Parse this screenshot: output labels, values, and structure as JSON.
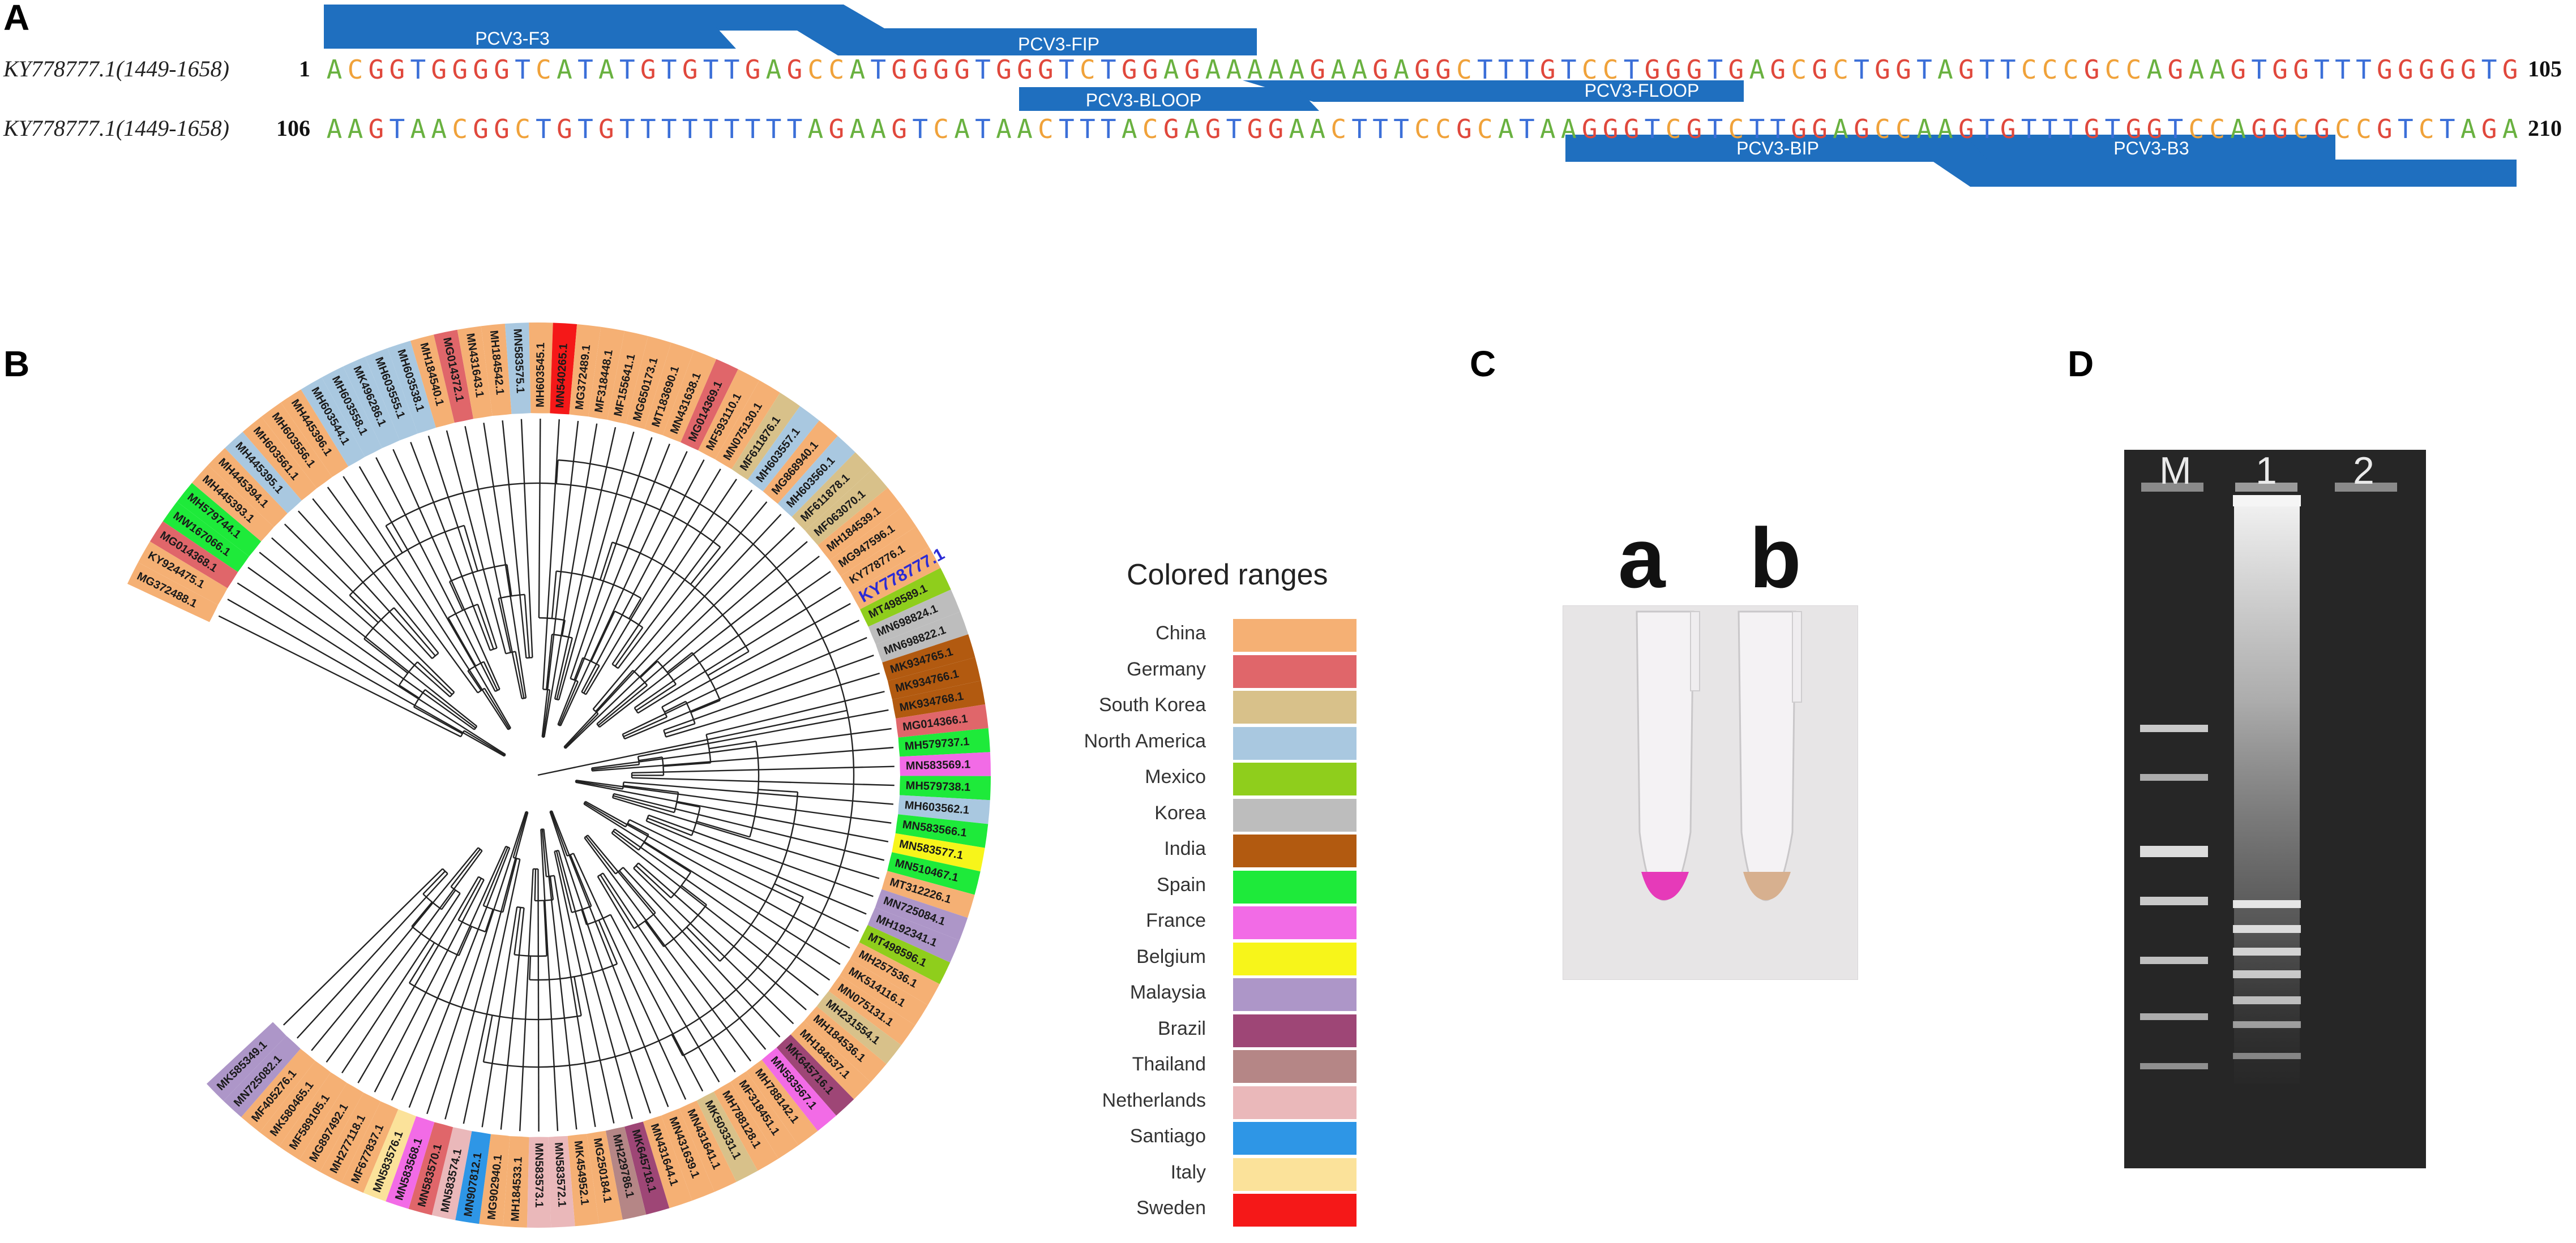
{
  "panels": {
    "a": "A",
    "b": "B",
    "c": "C",
    "d": "D"
  },
  "panel_a": {
    "rows": [
      {
        "label": "KY778777.1(1449-1658)",
        "start": "1",
        "end": "105",
        "sequence": "ACGGTGGGGTCATATGTGTTGAGCCATGGGGTGGGTCTGGAGAAAAAGAAGAGGCTTTGTCCTGGGTGAGCGCTGGTAGTTCCCGCCAGAAGTGGTTTGGGGGTG"
      },
      {
        "label": "KY778777.1(1449-1658)",
        "start": "106",
        "end": "210",
        "sequence": "AAGTAACGGCTGTGTTTTTTTTTAGAAGTCATAACTTTACGAGTGGAACTTTCCGCATAAGGGTCGTCTTGGAGCCAAGTGTTTGTGGTCCAGGCGCCGTCTAGA"
      }
    ],
    "primers": {
      "f3": "PCV3-F3",
      "fip": "PCV3-FIP",
      "floop": "PCV3-FLOOP",
      "bloop": "PCV3-BLOOP",
      "bip": "PCV3-BIP",
      "b3": "PCV3-B3"
    },
    "primer_color": "#1f6fbf"
  },
  "panel_b": {
    "highlight_leaf": "KY778777.1",
    "highlight_color": "#2b2bd6",
    "legend_title": "Colored ranges",
    "legend": [
      {
        "label": "China",
        "color": "#f5b074"
      },
      {
        "label": "Germany",
        "color": "#e0666a"
      },
      {
        "label": "South Korea",
        "color": "#d8c18a"
      },
      {
        "label": "North America",
        "color": "#a9c8e0"
      },
      {
        "label": "Mexico",
        "color": "#8fce1c"
      },
      {
        "label": "Korea",
        "color": "#bdbdbd"
      },
      {
        "label": "India",
        "color": "#b25a10"
      },
      {
        "label": "Spain",
        "color": "#1eea3a"
      },
      {
        "label": "France",
        "color": "#f26be6"
      },
      {
        "label": "Belgium",
        "color": "#f7f51a"
      },
      {
        "label": "Malaysia",
        "color": "#ad96c8"
      },
      {
        "label": "Brazil",
        "color": "#9e4676"
      },
      {
        "label": "Thailand",
        "color": "#b58686"
      },
      {
        "label": "Netherlands",
        "color": "#eab8ba"
      },
      {
        "label": "Santiago",
        "color": "#2e96e6"
      },
      {
        "label": "Italy",
        "color": "#fbe29a"
      },
      {
        "label": "Sweden",
        "color": "#f51818"
      }
    ],
    "leaves": [
      {
        "label": "MG372488.1",
        "region": "China"
      },
      {
        "label": "KY924475.1",
        "region": "China"
      },
      {
        "label": "MG014368.1",
        "region": "Germany"
      },
      {
        "label": "MW167066.1",
        "region": "Spain"
      },
      {
        "label": "MH579744.1",
        "region": "Spain"
      },
      {
        "label": "MH445393.1",
        "region": "China"
      },
      {
        "label": "MH445394.1",
        "region": "China"
      },
      {
        "label": "MH445395.1",
        "region": "North America"
      },
      {
        "label": "MH603561.1",
        "region": "China"
      },
      {
        "label": "MH603556.1",
        "region": "China"
      },
      {
        "label": "MH445396.1",
        "region": "China"
      },
      {
        "label": "MH603544.1",
        "region": "North America"
      },
      {
        "label": "MH603558.1",
        "region": "North America"
      },
      {
        "label": "MK496286.1",
        "region": "North America"
      },
      {
        "label": "MH603555.1",
        "region": "North America"
      },
      {
        "label": "MH603538.1",
        "region": "North America"
      },
      {
        "label": "MH184540.1",
        "region": "China"
      },
      {
        "label": "MG014372.1",
        "region": "Germany"
      },
      {
        "label": "MN431643.1",
        "region": "China"
      },
      {
        "label": "MH184542.1",
        "region": "China"
      },
      {
        "label": "MN583575.1",
        "region": "North America"
      },
      {
        "label": "MH603545.1",
        "region": "China"
      },
      {
        "label": "MN540265.1",
        "region": "Sweden"
      },
      {
        "label": "MG372489.1",
        "region": "China"
      },
      {
        "label": "MF318448.1",
        "region": "China"
      },
      {
        "label": "MF155641.1",
        "region": "China"
      },
      {
        "label": "MG650173.1",
        "region": "China"
      },
      {
        "label": "MT183690.1",
        "region": "China"
      },
      {
        "label": "MN431638.1",
        "region": "China"
      },
      {
        "label": "MG014369.1",
        "region": "Germany"
      },
      {
        "label": "MF593110.1",
        "region": "China"
      },
      {
        "label": "MN075130.1",
        "region": "China"
      },
      {
        "label": "MF611876.1",
        "region": "South Korea"
      },
      {
        "label": "MH603557.1",
        "region": "North America"
      },
      {
        "label": "MG868940.1",
        "region": "China"
      },
      {
        "label": "MH603560.1",
        "region": "North America"
      },
      {
        "label": "MF611878.1",
        "region": "South Korea"
      },
      {
        "label": "MF063070.1",
        "region": "South Korea"
      },
      {
        "label": "MH184539.1",
        "region": "China"
      },
      {
        "label": "MG947596.1",
        "region": "China"
      },
      {
        "label": "KY778776.1",
        "region": "China"
      },
      {
        "label": "KY778777.1",
        "region": "China"
      },
      {
        "label": "MT498589.1",
        "region": "Mexico"
      },
      {
        "label": "MN698824.1",
        "region": "Korea"
      },
      {
        "label": "MN698822.1",
        "region": "Korea"
      },
      {
        "label": "MK934765.1",
        "region": "India"
      },
      {
        "label": "MK934766.1",
        "region": "India"
      },
      {
        "label": "MK934768.1",
        "region": "India"
      },
      {
        "label": "MG014366.1",
        "region": "Germany"
      },
      {
        "label": "MH579737.1",
        "region": "Spain"
      },
      {
        "label": "MN583569.1",
        "region": "France"
      },
      {
        "label": "MH579738.1",
        "region": "Spain"
      },
      {
        "label": "MH603562.1",
        "region": "North America"
      },
      {
        "label": "MN583566.1",
        "region": "Spain"
      },
      {
        "label": "MN583577.1",
        "region": "Belgium"
      },
      {
        "label": "MN510467.1",
        "region": "Spain"
      },
      {
        "label": "MT312226.1",
        "region": "China"
      },
      {
        "label": "MN725084.1",
        "region": "Malaysia"
      },
      {
        "label": "MH192341.1",
        "region": "Malaysia"
      },
      {
        "label": "MT498596.1",
        "region": "Mexico"
      },
      {
        "label": "MH257536.1",
        "region": "China"
      },
      {
        "label": "MK514116.1",
        "region": "China"
      },
      {
        "label": "MN075131.1",
        "region": "China"
      },
      {
        "label": "MH231554.1",
        "region": "South Korea"
      },
      {
        "label": "MH184536.1",
        "region": "China"
      },
      {
        "label": "MH184537.1",
        "region": "China"
      },
      {
        "label": "MK645716.1",
        "region": "Brazil"
      },
      {
        "label": "MN583567.1",
        "region": "France"
      },
      {
        "label": "MH788142.1",
        "region": "China"
      },
      {
        "label": "MF318451.1",
        "region": "China"
      },
      {
        "label": "MH788128.1",
        "region": "China"
      },
      {
        "label": "MK503331.1",
        "region": "South Korea"
      },
      {
        "label": "MN431641.1",
        "region": "China"
      },
      {
        "label": "MN431639.1",
        "region": "China"
      },
      {
        "label": "MN431644.1",
        "region": "China"
      },
      {
        "label": "MK645718.1",
        "region": "Brazil"
      },
      {
        "label": "MH229786.1",
        "region": "Thailand"
      },
      {
        "label": "MG250184.1",
        "region": "China"
      },
      {
        "label": "MK454952.1",
        "region": "China"
      },
      {
        "label": "MN583572.1",
        "region": "Netherlands"
      },
      {
        "label": "MN583573.1",
        "region": "Netherlands"
      },
      {
        "label": "MH184533.1",
        "region": "China"
      },
      {
        "label": "MG902940.1",
        "region": "China"
      },
      {
        "label": "MN907812.1",
        "region": "Santiago"
      },
      {
        "label": "MN583574.1",
        "region": "Netherlands"
      },
      {
        "label": "MN583570.1",
        "region": "Germany"
      },
      {
        "label": "MN583568.1",
        "region": "France"
      },
      {
        "label": "MN583576.1",
        "region": "Italy"
      },
      {
        "label": "MF677837.1",
        "region": "China"
      },
      {
        "label": "MH277118.1",
        "region": "China"
      },
      {
        "label": "MG897492.1",
        "region": "China"
      },
      {
        "label": "MF589105.1",
        "region": "China"
      },
      {
        "label": "MK580465.1",
        "region": "China"
      },
      {
        "label": "MF405276.1",
        "region": "China"
      },
      {
        "label": "MN725082.1",
        "region": "Malaysia"
      },
      {
        "label": "MK585349.1",
        "region": "Malaysia"
      }
    ]
  },
  "panel_c": {
    "tubes": [
      "a",
      "b"
    ],
    "tube_colors": [
      "#e63ab9",
      "#d7b08f"
    ]
  },
  "panel_d": {
    "lanes": [
      "M",
      "1",
      "2"
    ]
  }
}
